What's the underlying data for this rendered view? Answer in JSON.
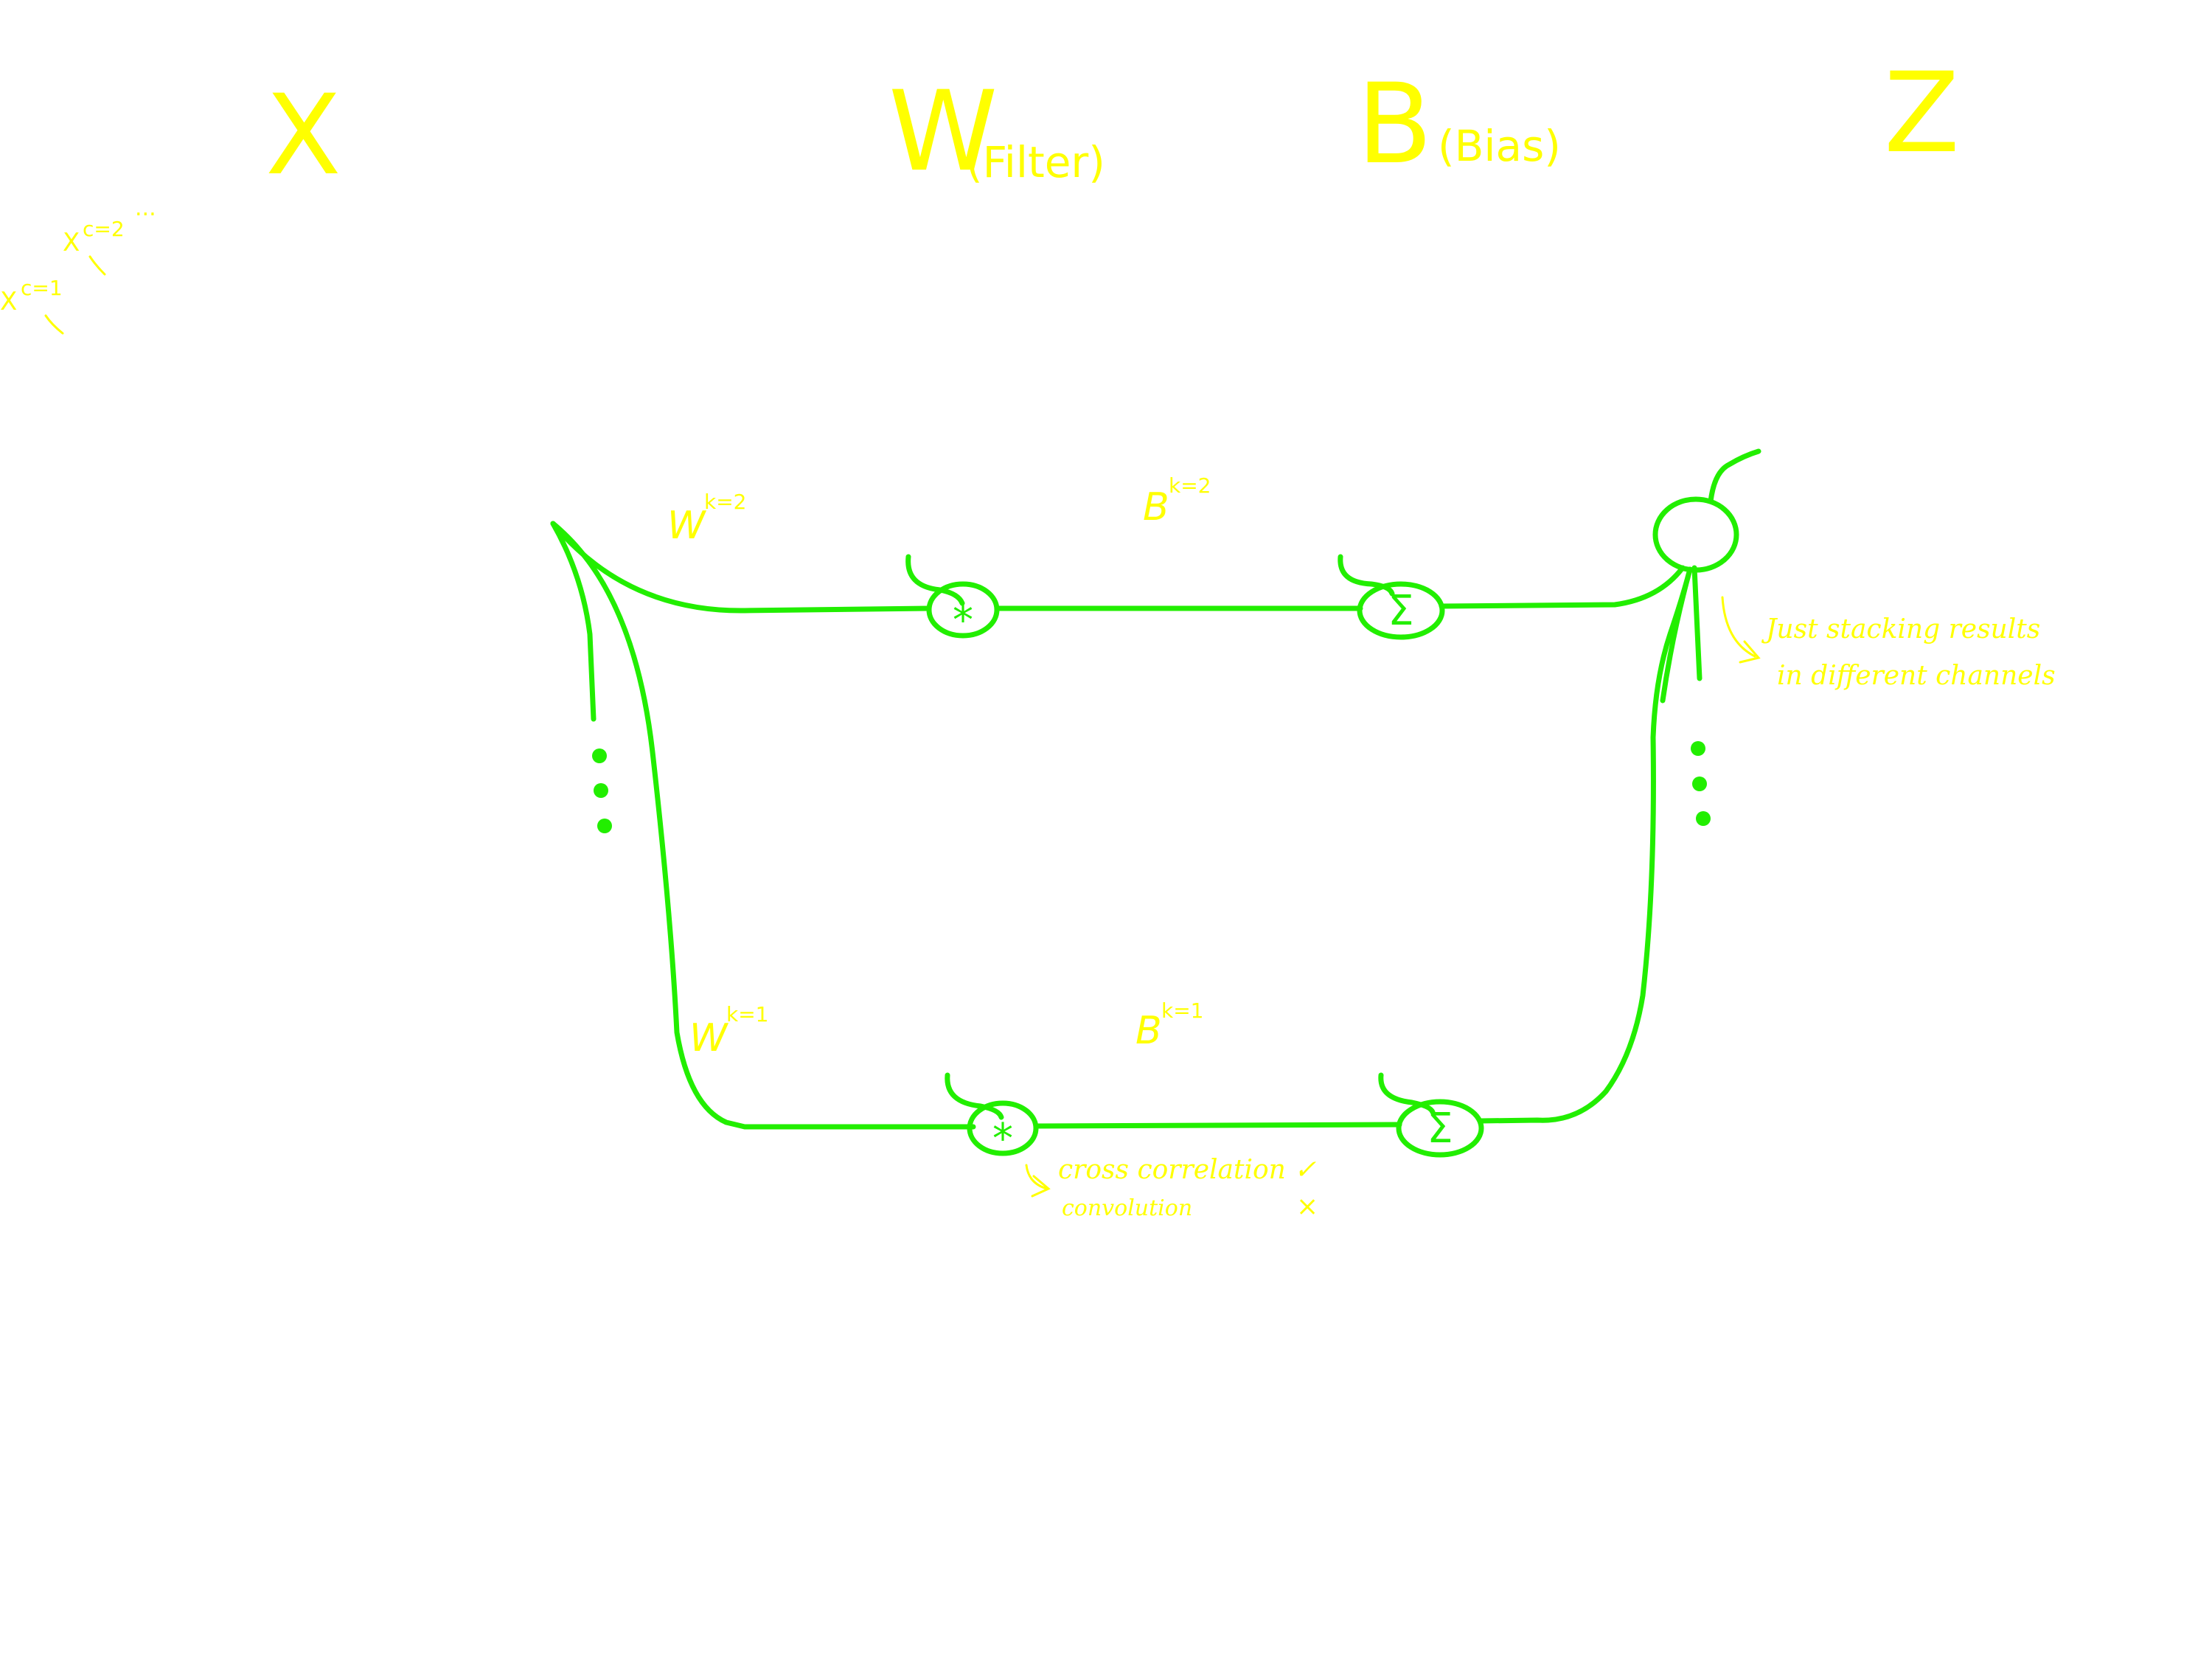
{
  "headers": {
    "x": "X",
    "w": "W",
    "w_sub": "(Filter)",
    "b": "B",
    "b_sub": "(Bias)",
    "z": "Z"
  },
  "channels": {
    "x_c1": "X",
    "x_c1_sup": "c=1",
    "x_c2": "X",
    "x_c2_sup": "c=2",
    "ellipsis": "..."
  },
  "labels": {
    "w_k2": "W",
    "w_k2_sup": "k=2",
    "b_k2": "B",
    "b_k2_sup": "k=2",
    "w_k1": "W",
    "w_k1_sup": "k=1",
    "b_k1": "B",
    "b_k1_sup": "k=1"
  },
  "operators": {
    "conv": "*",
    "sum": "Σ"
  },
  "notes": {
    "stacking_line1": "Just stacking results",
    "stacking_line2": "in different channels",
    "cross_correlation": "cross correlation",
    "cross_check": "✓",
    "convolution": "convolution",
    "convolution_cross": "×"
  },
  "colors": {
    "annotation": "#ffff00",
    "wire": "#22ee00",
    "background": "#ffffff"
  }
}
